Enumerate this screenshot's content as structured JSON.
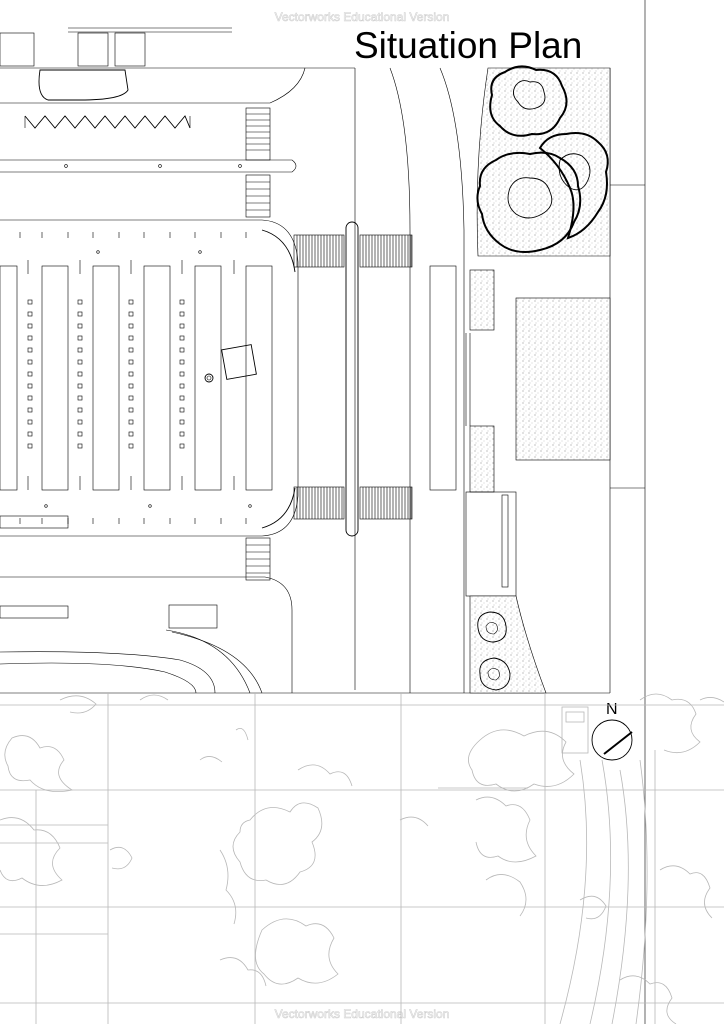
{
  "drawing": {
    "title": "Situation Plan",
    "north_label": "N",
    "watermark_top": "Vectorworks Educational Version",
    "watermark_bottom": "Vectorworks Educational Version"
  },
  "colors": {
    "ink": "#000000",
    "context_lines": "#b8b8b8",
    "watermark": "#d0d0d0",
    "background": "#ffffff"
  },
  "icons": {
    "north_arrow": "north-arrow-icon",
    "trees": "tree-canopy-icon"
  }
}
